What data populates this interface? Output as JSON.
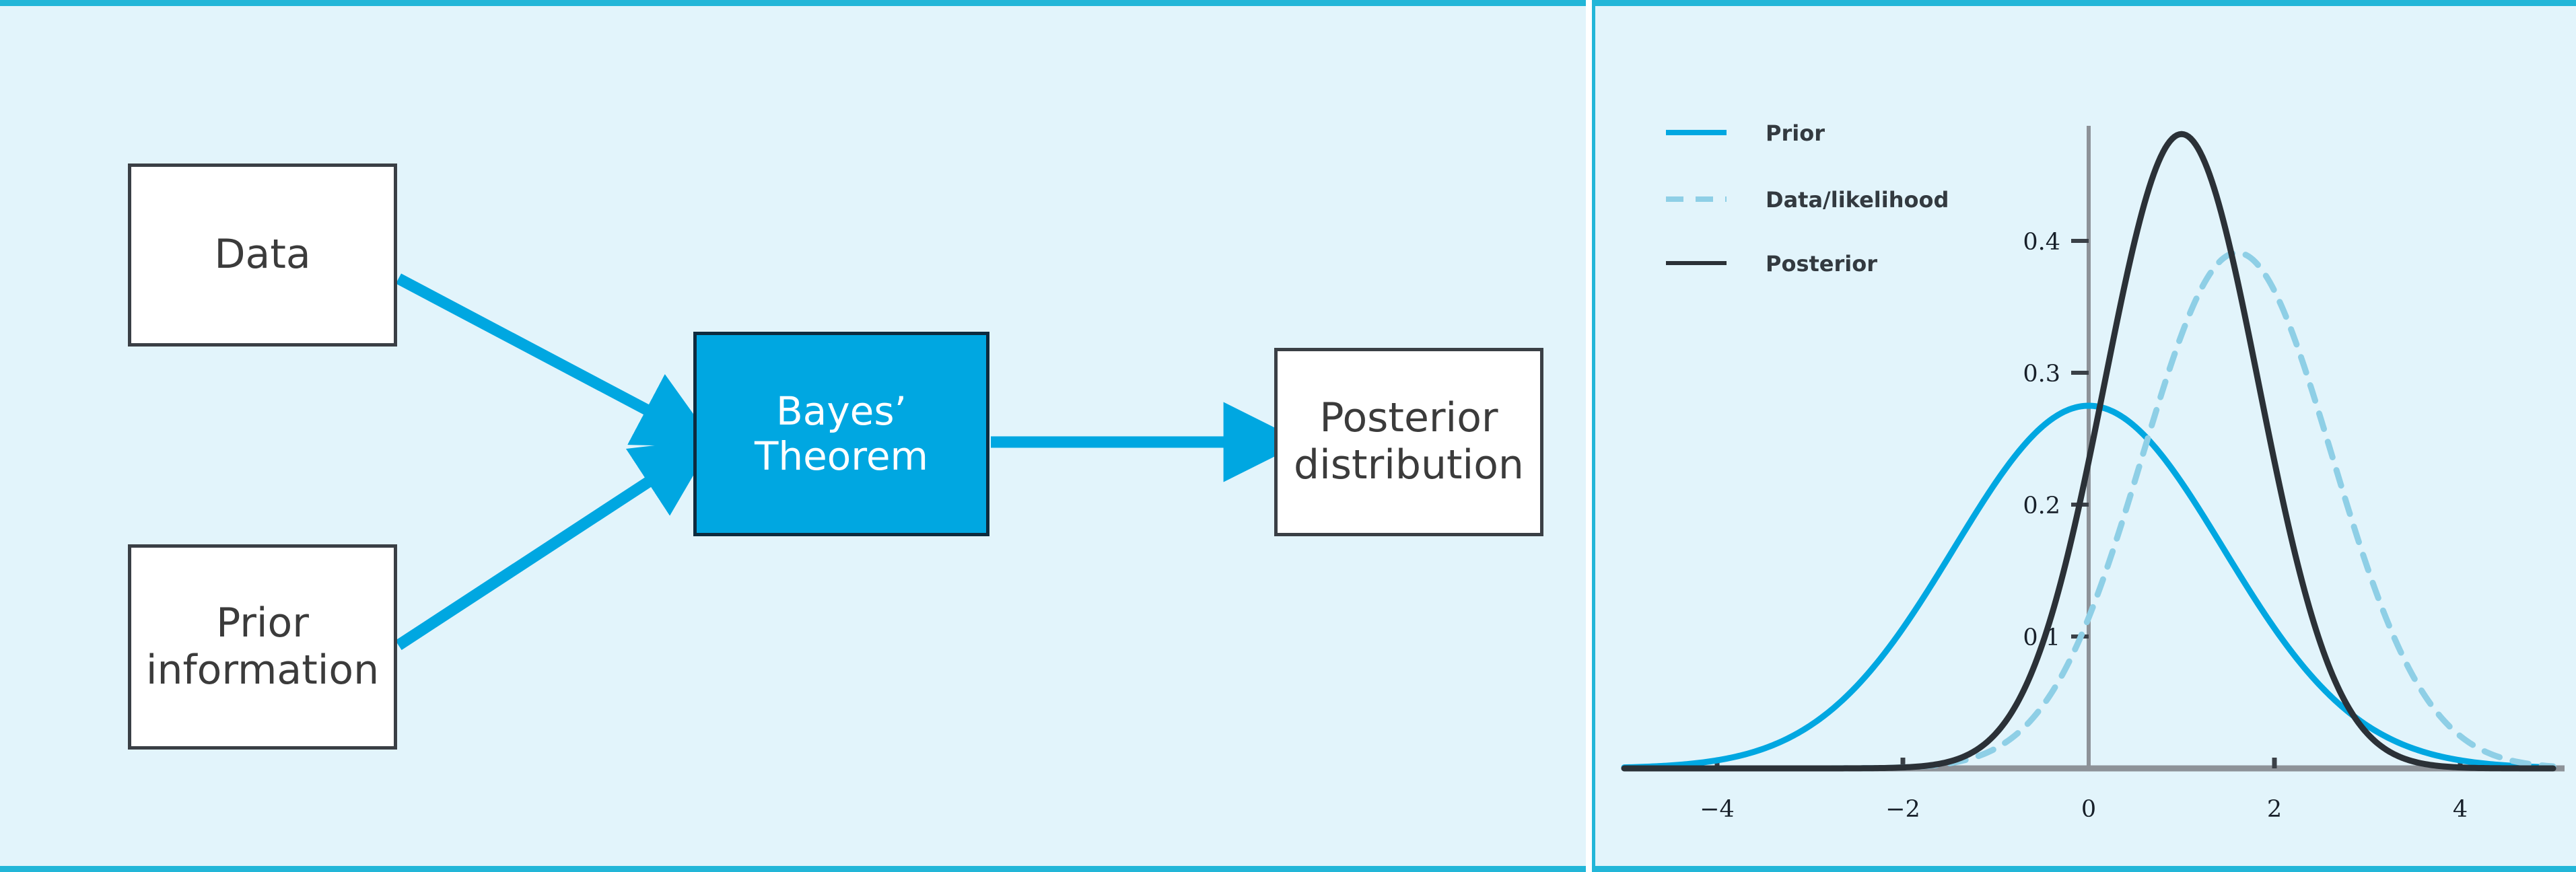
{
  "figure": {
    "panels": [
      "flow-diagram",
      "distribution-chart"
    ],
    "background_color": "#e2f4fb",
    "border_color": "#22b6d8",
    "accent_color": "#00a7e1",
    "posterior_color": "#2b3137"
  },
  "flow": {
    "boxes": [
      {
        "id": "data",
        "label": "Data",
        "fill": "#ffffff",
        "text_color": "#3b3b3b"
      },
      {
        "id": "prior",
        "label": "Prior\ninformation",
        "fill": "#ffffff",
        "text_color": "#3b3b3b"
      },
      {
        "id": "bayes",
        "label": "Bayes’\nTheorem",
        "fill": "#00a7e1",
        "text_color": "#ffffff"
      },
      {
        "id": "posterior",
        "label": "Posterior\ndistribution",
        "fill": "#ffffff",
        "text_color": "#3b3b3b"
      }
    ],
    "arrows": [
      {
        "id": "data-to-bayes",
        "from": "data",
        "to": "bayes",
        "color": "#00a7e1"
      },
      {
        "id": "prior-to-bayes",
        "from": "prior",
        "to": "bayes",
        "color": "#00a7e1"
      },
      {
        "id": "bayes-to-posterior",
        "from": "bayes",
        "to": "posterior",
        "color": "#00a7e1"
      }
    ]
  },
  "chart_data": {
    "type": "line",
    "title": "",
    "xlabel": "",
    "ylabel": "",
    "xlim": [
      -5,
      5
    ],
    "ylim": [
      0,
      0.52
    ],
    "xticks": [
      "−4",
      "−2",
      "0",
      "2",
      "4"
    ],
    "xtick_values": [
      -4,
      -2,
      0,
      2,
      4
    ],
    "yticks": [
      "0.1",
      "0.2",
      "0.3",
      "0.4"
    ],
    "ytick_values": [
      0.1,
      0.2,
      0.3,
      0.4
    ],
    "grid": false,
    "legend_position": "top-left",
    "series": [
      {
        "name": "Prior",
        "color": "#00a7e1",
        "dash": "solid",
        "distribution": "normal",
        "mean": 0.0,
        "sigma": 1.45,
        "peak": 0.275
      },
      {
        "name": "Data/likelihood",
        "color": "#8ecfe6",
        "dash": "dashed",
        "distribution": "normal",
        "mean": 1.6,
        "sigma": 1.02,
        "peak": 0.391
      },
      {
        "name": "Posterior",
        "color": "#2b3137",
        "dash": "solid",
        "distribution": "normal",
        "mean": 1.0,
        "sigma": 0.83,
        "peak": 0.481
      }
    ]
  }
}
